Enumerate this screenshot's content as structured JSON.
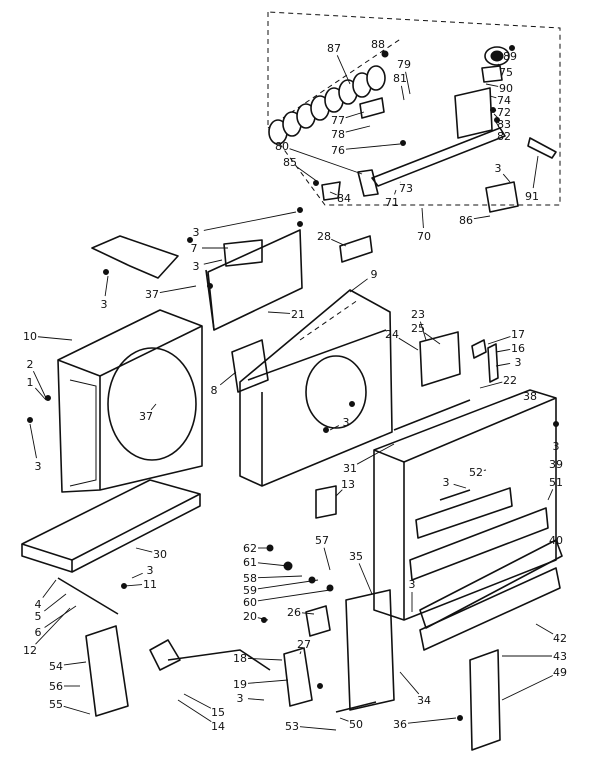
{
  "labels": [
    "87",
    "88",
    "89",
    "75",
    "79",
    "81",
    "90",
    "74",
    "72",
    "83",
    "82",
    "77",
    "78",
    "76",
    "80",
    "85",
    "73",
    "71",
    "84",
    "70",
    "91",
    "3",
    "86",
    "3",
    "7",
    "3",
    "37",
    "3",
    "28",
    "9",
    "21",
    "10",
    "2",
    "1",
    "37",
    "3",
    "8",
    "3",
    "24",
    "23",
    "25",
    "17",
    "16",
    "3",
    "22",
    "38",
    "3",
    "31",
    "13",
    "52",
    "3",
    "39",
    "51",
    "40",
    "30",
    "3",
    "11",
    "4",
    "5",
    "6",
    "12",
    "62",
    "61",
    "58",
    "59",
    "60",
    "20",
    "57",
    "35",
    "26",
    "27",
    "18",
    "19",
    "3",
    "15",
    "14",
    "54",
    "56",
    "55",
    "3",
    "53",
    "50",
    "36",
    "34",
    "42",
    "43",
    "49"
  ]
}
